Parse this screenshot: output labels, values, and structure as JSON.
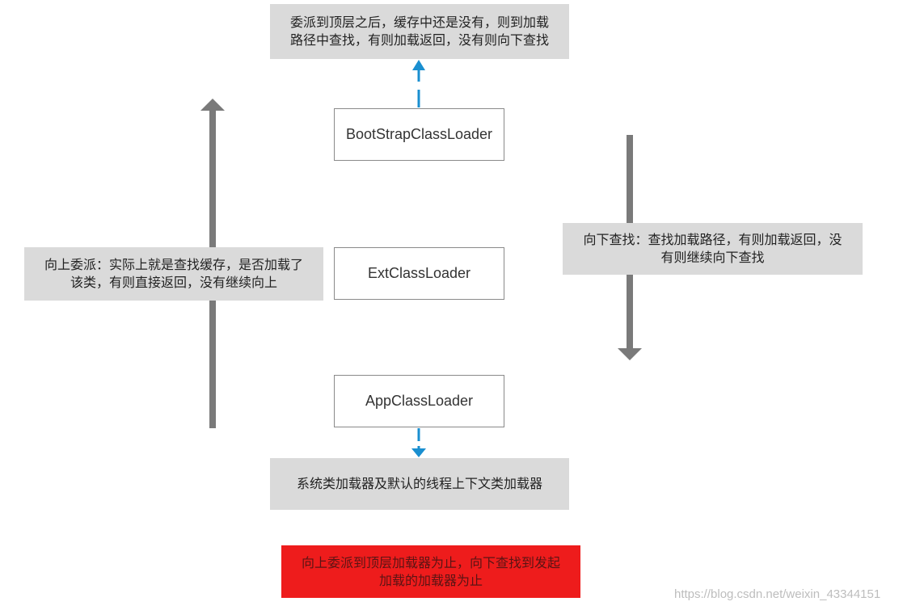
{
  "top_note": {
    "line1": "委派到顶层之后，缓存中还是没有，则到加载",
    "line2": "路径中查找，有则加载返回，没有则向下查找"
  },
  "loaders": {
    "bootstrap": "BootStrapClassLoader",
    "ext": "ExtClassLoader",
    "app": "AppClassLoader"
  },
  "left_note": {
    "line1": "向上委派：实际上就是查找缓存，是否加载了",
    "line2": "该类，有则直接返回，没有继续向上"
  },
  "right_note": {
    "line1": "向下查找：查找加载路径，有则加载返回，没",
    "line2": "有则继续向下查找"
  },
  "bottom_note": "系统类加载器及默认的线程上下文类加载器",
  "red_note": {
    "line1": "向上委派到顶层加载器为止，向下查找到发起",
    "line2": "加载的加载器为止"
  },
  "watermark": "https://blog.csdn.net/weixin_43344151",
  "colors": {
    "gray_arrow": "#7a7a7a",
    "blue_arrow": "#1a8fd0",
    "note_bg": "#dadada",
    "red_bg": "#ee1c1c"
  },
  "icons": [
    "up-arrow-icon",
    "down-arrow-icon",
    "dashed-up-arrow-icon",
    "dashed-down-arrow-icon",
    "mouse-cursor-icon"
  ]
}
